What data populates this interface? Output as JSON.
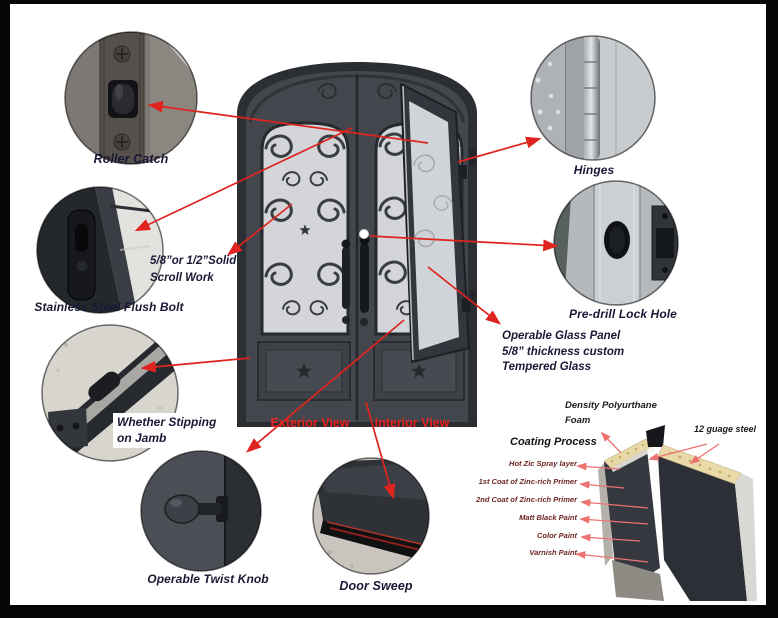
{
  "window": {
    "background": "#060606",
    "panel_background": "#ffffff"
  },
  "colors": {
    "arrow_red": "#df241f",
    "coating_arrow_pink": "#ee7272",
    "label_ink": "#191936",
    "coating_label_maroon": "#6d2424",
    "view_label_red": "#e8221f",
    "door_charcoal": "#43474d",
    "foam_cream": "#ead9a8"
  },
  "callouts": {
    "roller_catch": {
      "label": "Roller Catch"
    },
    "flush_bolt": {
      "label": "Stainless Steel  Flush Bolt"
    },
    "jamb": {
      "line1": "Whether Stipping",
      "line2": "on Jamb"
    },
    "twist_knob": {
      "label": "Operable Twist Knob"
    },
    "door_sweep": {
      "label": "Door Sweep"
    },
    "hinges": {
      "label": "Hinges"
    },
    "lock_hole": {
      "label": "Pre-drill  Lock Hole"
    }
  },
  "annotations": {
    "scroll_work": {
      "line1": "5/8”or 1/2”Solid",
      "line2": "Scroll Work"
    },
    "glass_panel": {
      "line1": "Operable Glass Panel",
      "line2": "5/8” thickness custom",
      "line3": "Tempered Glass"
    }
  },
  "views": {
    "exterior": "Exterior View",
    "interior": "Interior View"
  },
  "coating": {
    "title": "Coating Process",
    "foam_line1": "Density  Polyurthane",
    "foam_line2": "Foam",
    "steel_label": "12 guage steel",
    "layers": [
      "Hot Zic Spray layer",
      "1st Coat of Zinc-rich Primer",
      "2nd Coat of Zinc-rich Primer",
      "Matt Black Paint",
      "Color Paint",
      "Varnish Paint"
    ]
  }
}
